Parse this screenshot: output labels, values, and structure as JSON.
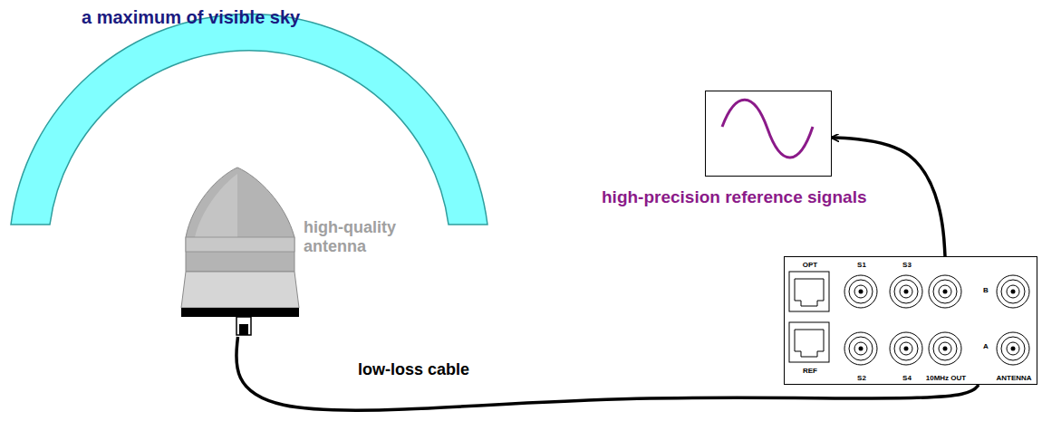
{
  "diagram": {
    "nodes": [
      {
        "text": [
          "a maximum of visible sky"
        ]
      },
      {
        "text": [
          "high-quality antenna"
        ]
      },
      {
        "text": [
          "OPT",
          "S1",
          "S3",
          "B",
          "REF",
          "S2",
          "S4",
          "10MHz OUT",
          "A",
          "ANTENNA"
        ]
      },
      {
        "text": [
          "high-precision reference signals"
        ]
      }
    ],
    "edges": [
      {
        "from": 1,
        "to": 2,
        "label": "low-loss cable",
        "arrow": "none"
      },
      {
        "from": 2,
        "to": 3,
        "arrow": "to"
      }
    ]
  }
}
